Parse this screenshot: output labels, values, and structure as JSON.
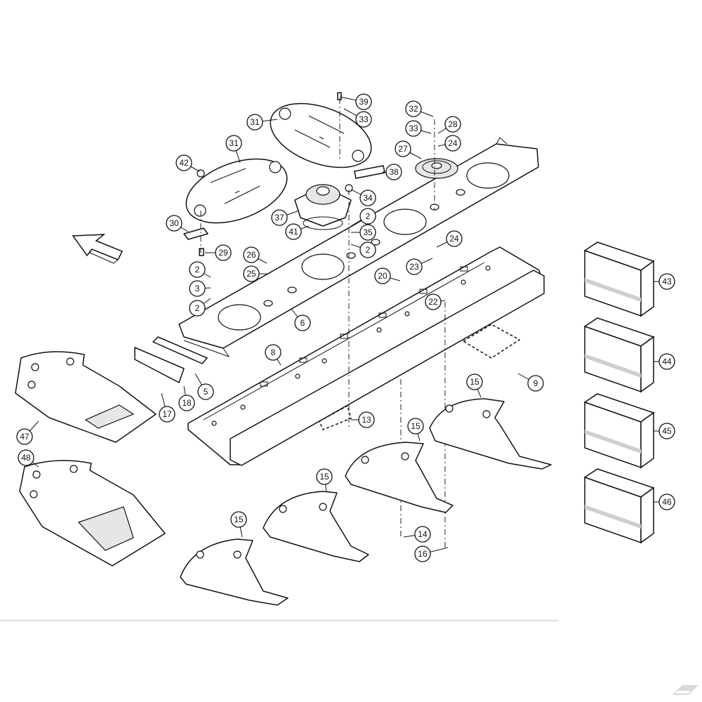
{
  "diagram": {
    "callouts": [
      {
        "id": "c39",
        "label": "39"
      },
      {
        "id": "c33a",
        "label": "33"
      },
      {
        "id": "c31a",
        "label": "31"
      },
      {
        "id": "c31b",
        "label": "31"
      },
      {
        "id": "c32",
        "label": "32"
      },
      {
        "id": "c33b",
        "label": "33"
      },
      {
        "id": "c28",
        "label": "28"
      },
      {
        "id": "c24a",
        "label": "24"
      },
      {
        "id": "c27",
        "label": "27"
      },
      {
        "id": "c42",
        "label": "42"
      },
      {
        "id": "c38",
        "label": "38"
      },
      {
        "id": "c34",
        "label": "34"
      },
      {
        "id": "c37",
        "label": "37"
      },
      {
        "id": "c2a",
        "label": "2"
      },
      {
        "id": "c30",
        "label": "30"
      },
      {
        "id": "c41",
        "label": "41"
      },
      {
        "id": "c35",
        "label": "35"
      },
      {
        "id": "c29",
        "label": "29"
      },
      {
        "id": "c2b",
        "label": "2"
      },
      {
        "id": "c24b",
        "label": "24"
      },
      {
        "id": "c26",
        "label": "26"
      },
      {
        "id": "c23",
        "label": "23"
      },
      {
        "id": "c25",
        "label": "25"
      },
      {
        "id": "c2c",
        "label": "2"
      },
      {
        "id": "c20",
        "label": "20"
      },
      {
        "id": "c3",
        "label": "3"
      },
      {
        "id": "c22",
        "label": "22"
      },
      {
        "id": "c2d",
        "label": "2"
      },
      {
        "id": "c6",
        "label": "6"
      },
      {
        "id": "c8",
        "label": "8"
      },
      {
        "id": "c9",
        "label": "9"
      },
      {
        "id": "c15a",
        "label": "15"
      },
      {
        "id": "c5",
        "label": "5"
      },
      {
        "id": "c17",
        "label": "17"
      },
      {
        "id": "c18",
        "label": "18"
      },
      {
        "id": "c13",
        "label": "13"
      },
      {
        "id": "c15b",
        "label": "15"
      },
      {
        "id": "c47",
        "label": "47"
      },
      {
        "id": "c48",
        "label": "48"
      },
      {
        "id": "c15c",
        "label": "15"
      },
      {
        "id": "c15d",
        "label": "15"
      },
      {
        "id": "c14",
        "label": "14"
      },
      {
        "id": "c16",
        "label": "16"
      },
      {
        "id": "c43",
        "label": "43"
      },
      {
        "id": "c44",
        "label": "44"
      },
      {
        "id": "c45",
        "label": "45"
      },
      {
        "id": "c46",
        "label": "46"
      }
    ],
    "kit_boxes": [
      "43",
      "44",
      "45",
      "46"
    ]
  }
}
